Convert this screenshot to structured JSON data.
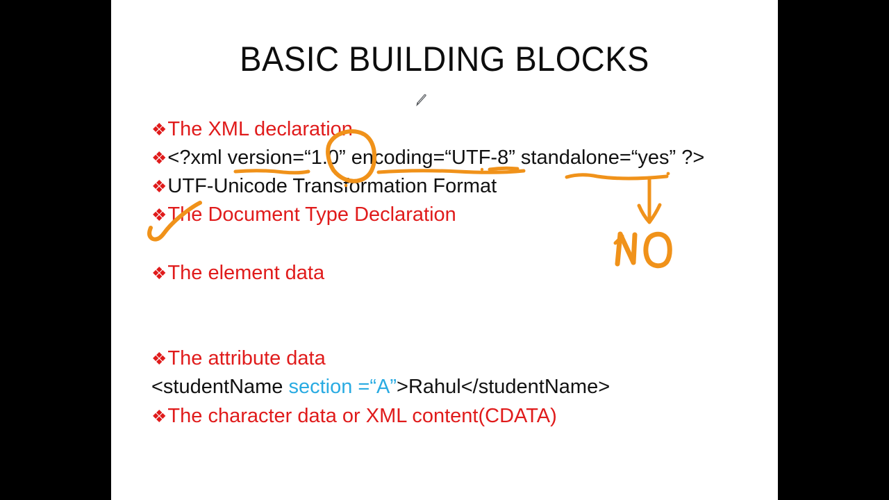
{
  "slide": {
    "title": "BASIC BUILDING BLOCKS",
    "background_color": "#FFFFFF",
    "letterbox_color": "#000000",
    "accent_red": "#E01B1B",
    "accent_cyan": "#29ABE2",
    "ink_orange": "#F0921A",
    "bullet_glyph": "❖"
  },
  "lines": {
    "xml_declaration": "The XML declaration",
    "xml_prolog": "<?xml version=“1.0” encoding=“UTF-8”  standalone=“yes”  ?>",
    "utf_meaning": "UTF-Unicode Transformation Format",
    "document_type_declaration": "The Document Type Declaration",
    "element_data": "The element data",
    "attribute_data": "The attribute data",
    "student_name_open": "<studentName ",
    "student_name_attr": "section =“A”",
    "student_name_rest": ">Rahul</studentName>",
    "character_data": "The character data or XML content(CDATA)"
  },
  "annotations": {
    "handwritten_no": "NO",
    "marks": [
      "underline-version",
      "circle-1.0",
      "underline-encoding-utf8",
      "underline-standalone-yes",
      "arrow-down-to-no",
      "checkmark-document-type-declaration"
    ]
  },
  "cursor": {
    "icon": "pen-cursor-icon"
  }
}
